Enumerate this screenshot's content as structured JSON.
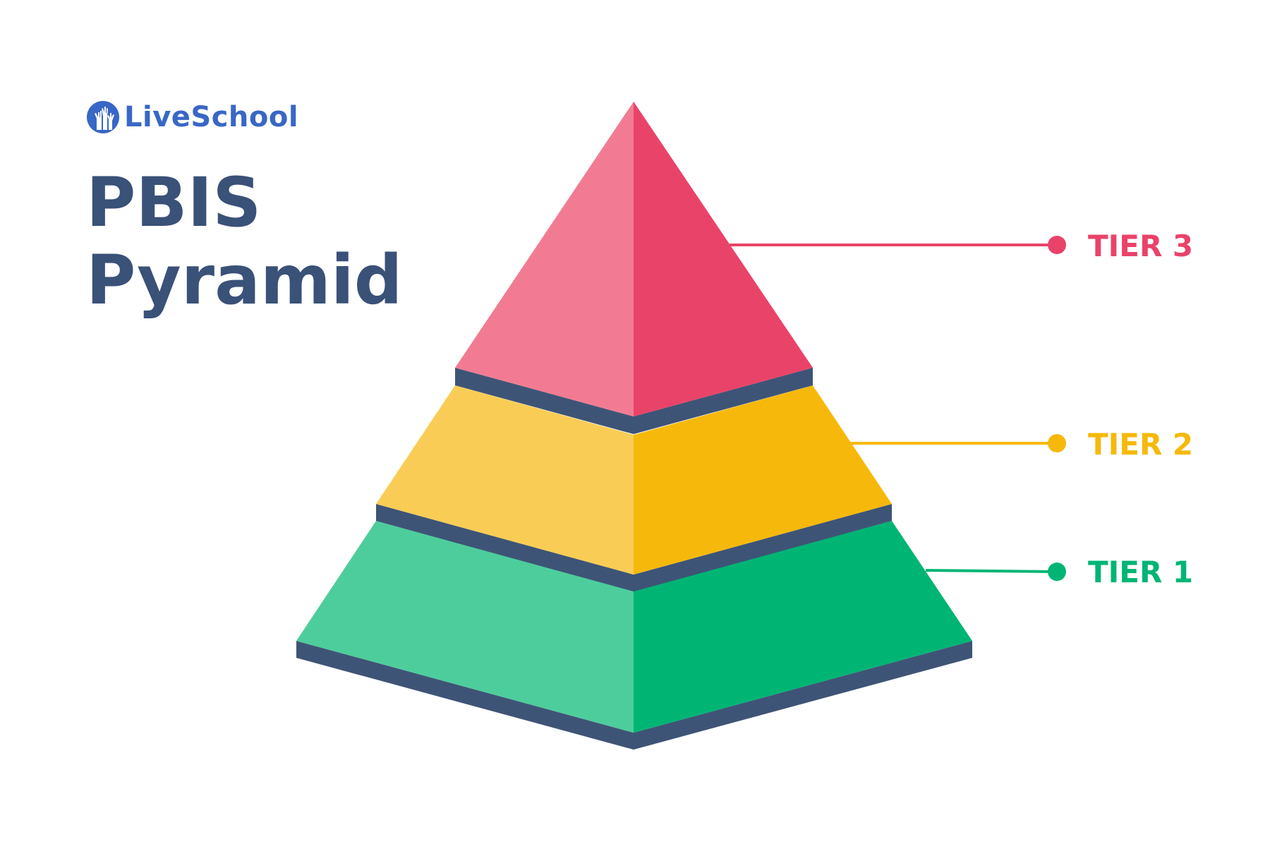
{
  "brand": {
    "name": "LiveSchool",
    "icon": "raised-hands-icon",
    "color": "#3867c6"
  },
  "title": {
    "line1": "PBIS",
    "line2": "Pyramid",
    "color": "#3a5178"
  },
  "tiers": [
    {
      "label": "TIER 3",
      "color": "#ea4369",
      "light": "#f27b93"
    },
    {
      "label": "TIER 2",
      "color": "#f6b90b",
      "light": "#f9cd55"
    },
    {
      "label": "TIER 1",
      "color": "#00b574",
      "light": "#4ecd9c"
    }
  ],
  "edge_color": "#3e5476"
}
